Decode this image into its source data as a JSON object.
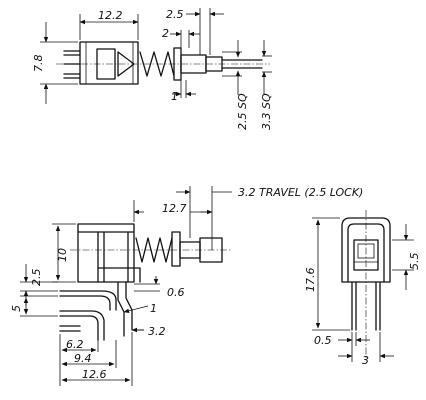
{
  "top_view": {
    "dim_body_width": "12.2",
    "dim_height": "7.8",
    "dim_travel": "2.5",
    "dim_two": "2",
    "dim_one": "1",
    "dim_lock": "2.5 SQ",
    "dim_full": "3.3 SQ"
  },
  "side_view": {
    "travel_note": "3.2 TRAVEL (2.5 LOCK)",
    "dim_plunger": "12.7",
    "dim_ten": "10",
    "dim_2_5": "2.5",
    "dim_0_6": "0.6",
    "dim_five": "5",
    "dim_one": "1",
    "dim_3_2": "3.2",
    "dim_6_2": "6.2",
    "dim_9_4": "9.4",
    "dim_12_6": "12.6"
  },
  "end_view": {
    "dim_height": "17.6",
    "dim_5_5": "5.5",
    "dim_0_5": "0.5",
    "dim_three": "3"
  }
}
